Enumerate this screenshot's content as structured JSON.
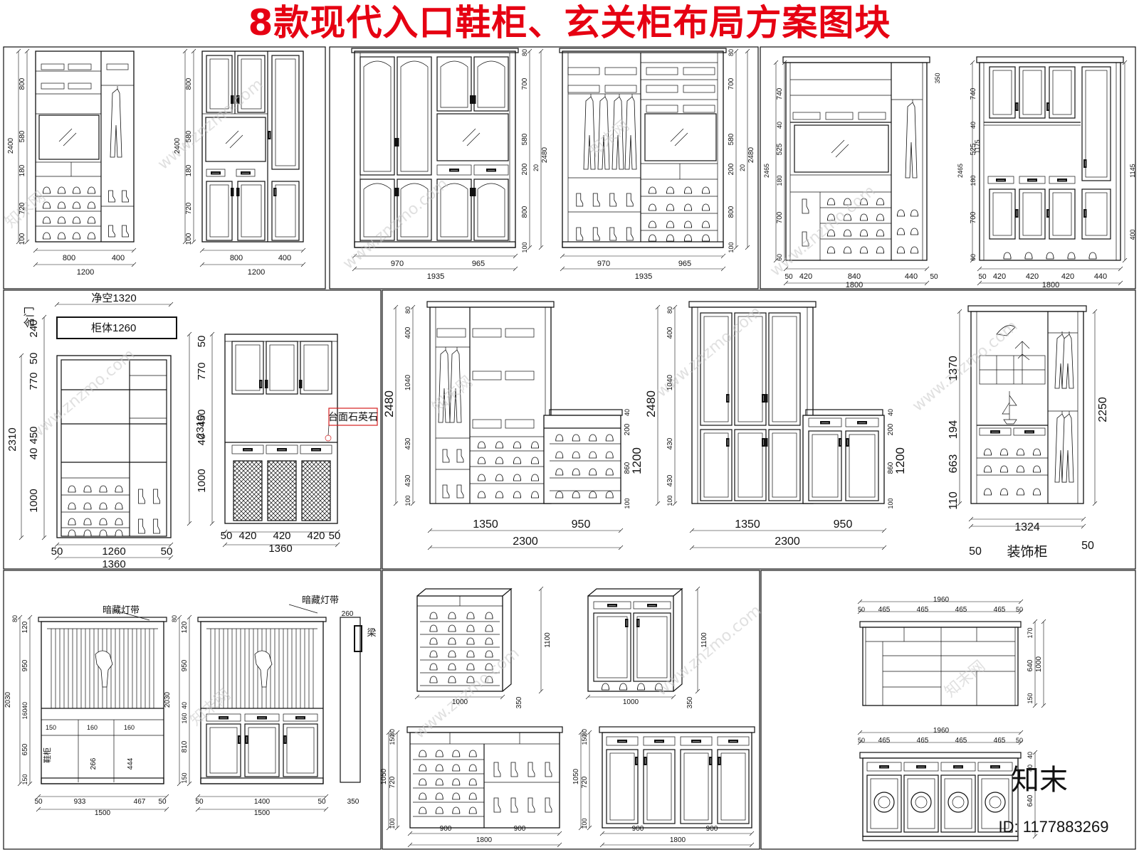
{
  "header": {
    "title": "8款现代入口鞋柜、玄关柜布局方案图块"
  },
  "panel1": {
    "a": {
      "v": [
        "2400",
        "800",
        "580",
        "180",
        "720",
        "100"
      ],
      "h": [
        "800",
        "400",
        "1200"
      ]
    },
    "b": {
      "v": [
        "2400",
        "800",
        "580",
        "180",
        "720",
        "100"
      ],
      "h": [
        "800",
        "400",
        "1200"
      ]
    }
  },
  "panel2": {
    "a": {
      "v": [
        "80",
        "700",
        "580",
        "200",
        "20",
        "800",
        "100",
        "2480"
      ],
      "h": [
        "970",
        "965",
        "1935"
      ]
    },
    "b": {
      "v": [
        "80",
        "700",
        "580",
        "200",
        "20",
        "800",
        "100",
        "2480"
      ],
      "h": [
        "970",
        "965",
        "1935"
      ]
    }
  },
  "panel3": {
    "a": {
      "v": [
        "2465",
        "740",
        "40",
        "525",
        "180",
        "700",
        "60",
        "350"
      ],
      "h": [
        "50",
        "420",
        "840",
        "440",
        "50",
        "1800"
      ]
    },
    "b": {
      "v": [
        "2465",
        "740",
        "40",
        "525",
        "180",
        "700",
        "60",
        "1175",
        "1145",
        "400"
      ],
      "h": [
        "50",
        "420",
        "420",
        "420",
        "440",
        "1800"
      ]
    }
  },
  "panel4": {
    "jingkong": "净空1320",
    "guiti": "柜体1260",
    "hanmen": "含门",
    "countertop": "台面石英石",
    "a": {
      "v": [
        "240",
        "50",
        "770",
        "450",
        "40",
        "1000",
        "2310"
      ],
      "h": [
        "50",
        "1260",
        "50",
        "1360"
      ]
    },
    "b": {
      "v": [
        "50",
        "770",
        "450",
        "40",
        "1000",
        "2310"
      ],
      "h": [
        "50",
        "420",
        "420",
        "420",
        "50",
        "1360"
      ]
    }
  },
  "panel5": {
    "a": {
      "v": [
        "80",
        "400",
        "1040",
        "430",
        "430",
        "100",
        "2480",
        "40",
        "200",
        "860",
        "100",
        "1200"
      ],
      "h": [
        "1350",
        "950",
        "2300"
      ]
    },
    "b": {
      "v": [
        "80",
        "400",
        "1040",
        "430",
        "430",
        "100",
        "2480",
        "40",
        "200",
        "860",
        "100",
        "1200"
      ],
      "h": [
        "1350",
        "950",
        "2300"
      ]
    },
    "c": {
      "label": "装饰柜",
      "v": [
        "1370",
        "194",
        "663",
        "110",
        "2250"
      ],
      "h": [
        "1324",
        "50",
        "50"
      ]
    }
  },
  "panel6": {
    "a": {
      "note": "暗藏灯带",
      "v": [
        "80",
        "120",
        "950",
        "2030",
        "40",
        "160",
        "150",
        "650",
        "160",
        "160",
        "266",
        "444",
        "150"
      ],
      "h": [
        "50",
        "933",
        "467",
        "50",
        "1500"
      ],
      "tag": "鞋柜"
    },
    "b": {
      "note": "暗藏灯带",
      "beam": "梁",
      "v": [
        "80",
        "120",
        "950",
        "2030",
        "40",
        "160",
        "810",
        "150"
      ],
      "h": [
        "50",
        "1400",
        "50",
        "1500",
        "260",
        "350"
      ]
    }
  },
  "panel7": {
    "a": {
      "v": [
        "1100"
      ],
      "h": [
        "1000",
        "350"
      ]
    },
    "b": {
      "v": [
        "1100"
      ],
      "h": [
        "1000",
        "350"
      ]
    },
    "c": {
      "v": [
        "80",
        "150",
        "720",
        "100",
        "1050"
      ],
      "h": [
        "900",
        "900",
        "1800"
      ]
    },
    "d": {
      "v": [
        "80",
        "150",
        "720",
        "100",
        "1050"
      ],
      "h": [
        "900",
        "900",
        "1800"
      ]
    }
  },
  "panel8": {
    "a": {
      "v": [
        "170",
        "640",
        "1000",
        "150"
      ],
      "h": [
        "1960",
        "50",
        "465",
        "465",
        "465",
        "465",
        "50"
      ]
    },
    "b": {
      "v": [
        "40",
        "40",
        "640"
      ],
      "h": [
        "1960",
        "50",
        "465",
        "465",
        "465",
        "465",
        "50"
      ]
    }
  },
  "brand": {
    "logo": "知末",
    "id": "ID: 1177883269",
    "watermark": "www.znzmo.com",
    "watermark_cn": "知末网"
  },
  "colors": {
    "title": "#e60012",
    "line": "#111111",
    "note_box": "#d42020",
    "watermark": "#c8c8c8"
  }
}
